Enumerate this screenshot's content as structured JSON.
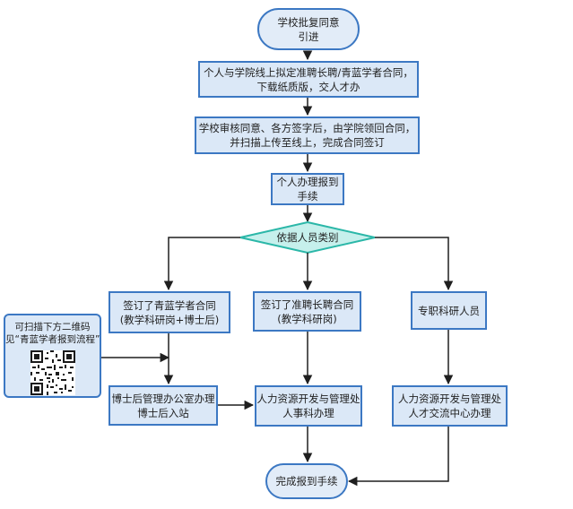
{
  "nodes": {
    "start": [
      "学校批复同意",
      "引进"
    ],
    "draft": [
      "个人与学院线上拟定准聘长聘/青蓝学者合同，",
      "下载纸质版，交人才办"
    ],
    "approve": [
      "学校审核同意、各方签字后，由学院领回合同，",
      "并扫描上传至线上，完成合同签订"
    ],
    "report": [
      "个人办理报到",
      "手续"
    ],
    "decision": "依据人员类别",
    "branch_qinglan": [
      "签订了青蓝学者合同",
      "(教学科研岗+博士后)"
    ],
    "branch_zhunpin": [
      "签订了准聘长聘合同",
      "(教学科研岗)"
    ],
    "branch_zhuanzhi": [
      "专职科研人员"
    ],
    "postdoc_office": [
      "博士后管理办公室办理",
      "博士后入站"
    ],
    "hr_personnel": [
      "人力资源开发与管理处",
      "人事科办理"
    ],
    "hr_talent": [
      "人力资源开发与管理处",
      "人才交流中心办理"
    ],
    "end": [
      "完成报到手续"
    ]
  },
  "qr_note": [
    "可扫描下方二维码",
    "见“青蓝学者报到流程”"
  ],
  "colors": {
    "box_fill": "#dbe8f7",
    "box_border": "#3c78c3",
    "diamond_fill": "#c6f0ec",
    "diamond_border": "#2bb7a8",
    "arrow": "#1f1f1f"
  }
}
